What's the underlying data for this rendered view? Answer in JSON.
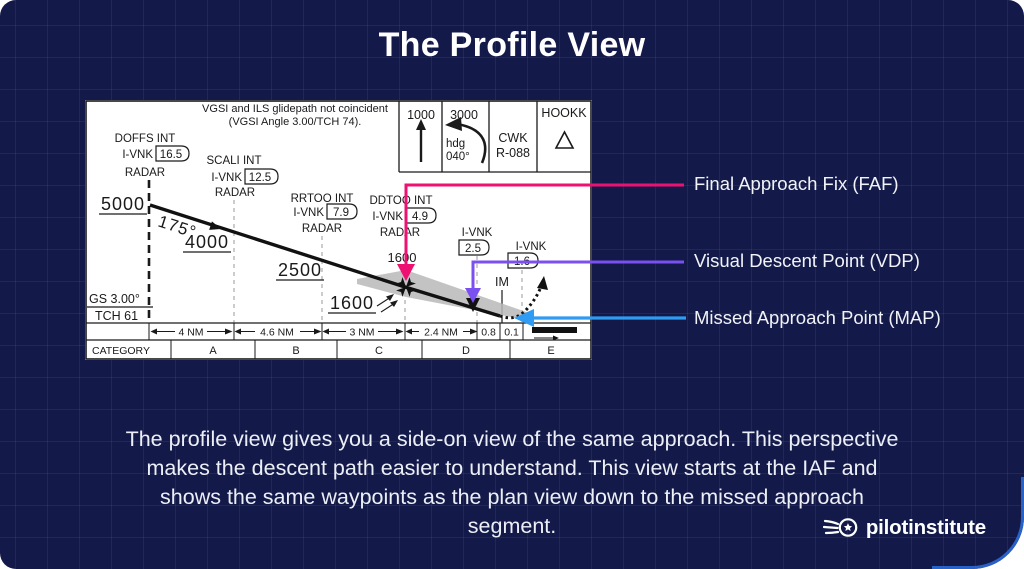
{
  "page": {
    "title": "The Profile View",
    "description": "The profile view gives you a side-on view of the same approach. This perspective makes the descent path easier to understand. This view starts at the IAF and shows the same waypoints as the plan view down to the missed approach segment.",
    "brand": "pilotinstitute",
    "colors": {
      "background": "#131a4a",
      "faf_line": "#ed1172",
      "vdp_line": "#7a50f0",
      "map_line": "#2f9bf2",
      "corner_accent": "#2d6bd4"
    }
  },
  "annotations": [
    {
      "id": "faf",
      "label": "Final Approach Fix (FAF)",
      "color": "#ed1172"
    },
    {
      "id": "vdp",
      "label": "Visual Descent Point (VDP)",
      "color": "#7a50f0"
    },
    {
      "id": "map",
      "label": "Missed Approach Point (MAP)",
      "color": "#2f9bf2"
    }
  ],
  "profile_chart": {
    "note_line1": "VGSI and ILS glidepath not coincident",
    "note_line2": "(VGSI Angle 3.00/TCH 74).",
    "missed_approach_boxes": {
      "climb_altitude": "1000",
      "turn_altitude": "3000",
      "heading_label": "hdg",
      "heading_value": "040°",
      "navaid": "CWK",
      "radial": "R-088",
      "holding_fix": "HOOKK"
    },
    "fixes": [
      {
        "name": "DOFFS INT",
        "ident": "I-VNK",
        "dme": "16.5",
        "note": "RADAR"
      },
      {
        "name": "SCALI INT",
        "ident": "I-VNK",
        "dme": "12.5",
        "note": "RADAR"
      },
      {
        "name": "RRTOO INT",
        "ident": "I-VNK",
        "dme": "7.9",
        "note": "RADAR"
      },
      {
        "name": "DDTOO INT",
        "ident": "I-VNK",
        "dme": "4.9",
        "note": "RADAR"
      },
      {
        "ident": "I-VNK",
        "dme": "2.5"
      },
      {
        "ident": "I-VNK",
        "dme": "1.6"
      }
    ],
    "course": "175°",
    "altitudes": {
      "initial": "5000",
      "step1": "4000",
      "step2": "2500",
      "step3": "1600",
      "faf_crossing": "1600"
    },
    "marker": "IM",
    "glideslope": "GS 3.00°",
    "tch": "TCH 61",
    "distance_row": [
      "4 NM",
      "4.6 NM",
      "3 NM",
      "2.4 NM",
      "0.8",
      "0.1"
    ],
    "category_label": "CATEGORY",
    "categories": [
      "A",
      "B",
      "C",
      "D",
      "E"
    ]
  }
}
